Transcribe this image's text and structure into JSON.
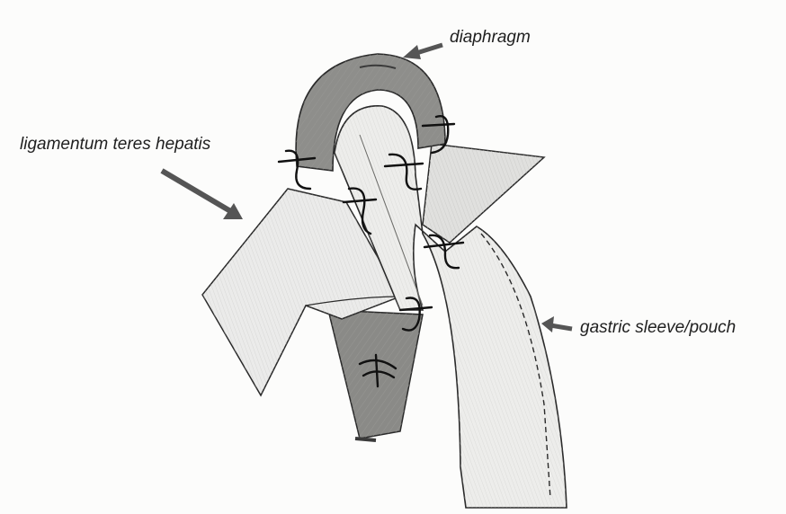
{
  "figure": {
    "labels": {
      "diaphragm": "diaphragm",
      "ligamentum": "ligamentum teres hepatis",
      "gastric_sleeve": "gastric sleeve/pouch"
    },
    "colors": {
      "pencil": "#2a2a2a",
      "shade_light": "#e4e4e2",
      "shade_mid": "#b9b9b6",
      "shade_dark": "#7d7d7a",
      "arrow": "#555555",
      "suture": "#111111"
    },
    "icons": {
      "pointer": "arrow"
    }
  }
}
